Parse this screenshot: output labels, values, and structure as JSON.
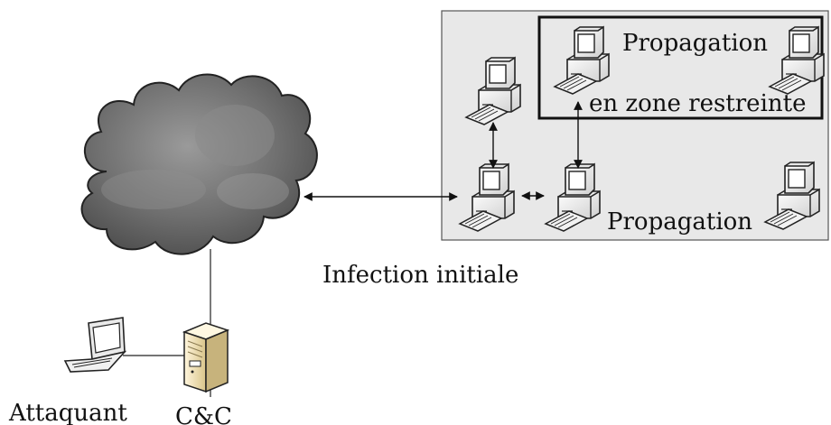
{
  "labels": {
    "propagation_restricted": "Propagation",
    "restricted_zone": "en zone restreinte",
    "propagation": "Propagation",
    "initial_infection": "Infection initiale",
    "attacker": "Attaquant",
    "cnc": "C&C"
  },
  "icons": {
    "cloud": "internet-cloud-icon",
    "computer": "desktop-computer-icon",
    "laptop": "laptop-icon",
    "server": "server-tower-icon"
  },
  "colors": {
    "network_zone_fill": "#e8e8e8",
    "cloud_fill": "#6f6f6f",
    "line": "#222222"
  }
}
